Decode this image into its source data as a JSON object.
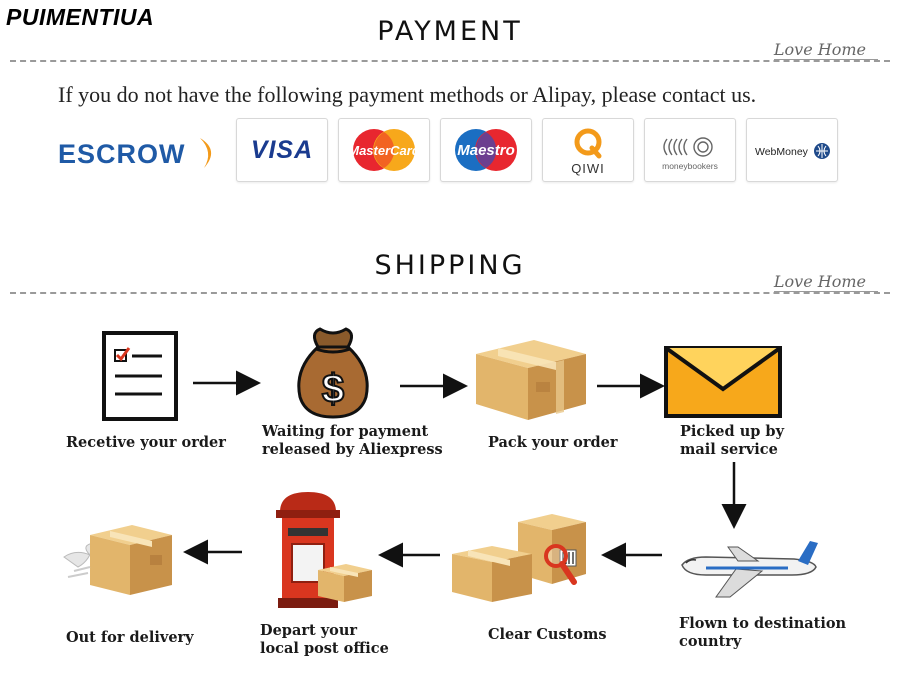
{
  "brand": "PUIMENTIUA",
  "payment": {
    "title": "PAYMENT",
    "tag": "Love Home",
    "intro": "If you do not have the following payment methods or Alipay, please contact us.",
    "methods": [
      {
        "label": "ESCROW",
        "color": "#1f5aa6",
        "icon": "escrow-logo"
      },
      {
        "label": "VISA",
        "color": "#1a3b8f",
        "icon": "visa-logo"
      },
      {
        "label": "MasterCard",
        "color": "#e8272f",
        "icon": "mastercard-logo"
      },
      {
        "label": "Maestro",
        "color": "#1b6ec2",
        "icon": "maestro-logo"
      },
      {
        "label": "QIWI",
        "color": "#f39a1a",
        "icon": "qiwi-logo"
      },
      {
        "label": "moneybookers",
        "color": "#555555",
        "icon": "moneybookers-logo"
      },
      {
        "label": "WebMoney",
        "color": "#222222",
        "icon": "webmoney-logo"
      }
    ]
  },
  "shipping": {
    "title": "SHIPPING",
    "tag": "Love Home",
    "steps": [
      {
        "line1": "Recetive your order",
        "line2": "",
        "icon": "order-checklist-icon"
      },
      {
        "line1": "Waiting for payment",
        "line2": "released by Aliexpress",
        "icon": "money-bag-icon"
      },
      {
        "line1": "Pack your order",
        "line2": "",
        "icon": "package-box-icon"
      },
      {
        "line1": "Picked up by",
        "line2": "mail service",
        "icon": "envelope-icon"
      },
      {
        "line1": "Flown to destination",
        "line2": "country",
        "icon": "airplane-icon"
      },
      {
        "line1": "Clear Customs",
        "line2": "",
        "icon": "customs-boxes-icon"
      },
      {
        "line1": "Depart your",
        "line2": "local post office",
        "icon": "post-box-icon"
      },
      {
        "line1": "Out for delivery",
        "line2": "",
        "icon": "delivery-box-icon"
      }
    ]
  },
  "colors": {
    "box": "#e2b56b",
    "box_dark": "#c8924a",
    "envelope": "#f7a81b",
    "postbox": "#d9361f",
    "dash": "#9a9a9a"
  }
}
